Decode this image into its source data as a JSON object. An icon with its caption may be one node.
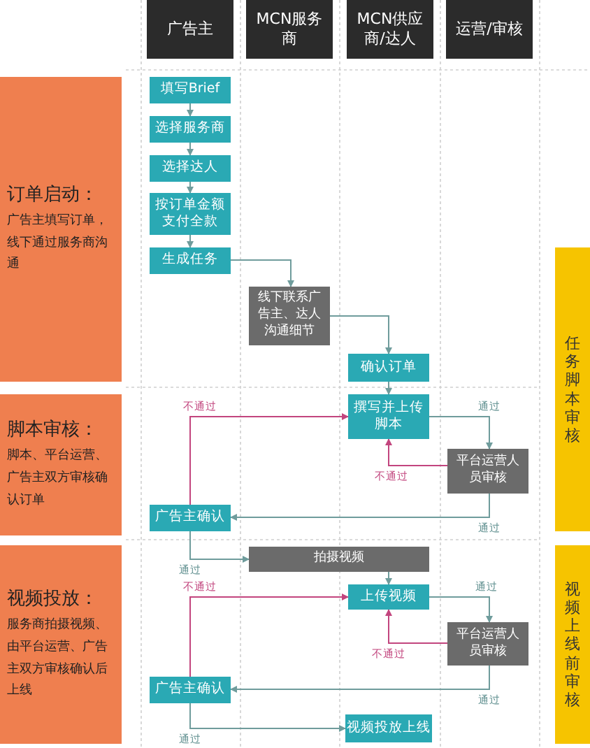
{
  "diagram": {
    "nodes": [
      {
        "text": [
          "广告主"
        ]
      },
      {
        "text": [
          "MCN服务商"
        ]
      },
      {
        "text": [
          "MCN供应商/达人"
        ]
      },
      {
        "text": [
          "运营/审核"
        ]
      },
      {
        "text": [
          "订单启动：",
          "广告主填写订单，线下通过服务商沟通"
        ]
      },
      {
        "text": [
          "脚本审核：",
          "脚本、平台运营、广告主双方审核确认订单"
        ]
      },
      {
        "text": [
          "视频投放：",
          "服务商拍摄视频、由平台运营、广告主双方审核确认后上线"
        ]
      },
      {
        "text": [
          "任务脚本审核"
        ]
      },
      {
        "text": [
          "视频上线前审核"
        ]
      },
      {
        "text": [
          "填写Brief"
        ]
      },
      {
        "text": [
          "选择服务商"
        ]
      },
      {
        "text": [
          "选择达人"
        ]
      },
      {
        "text": [
          "按订单金额支付全款"
        ]
      },
      {
        "text": [
          "生成任务"
        ]
      },
      {
        "text": [
          "线下联系广告主、达人沟通细节"
        ]
      },
      {
        "text": [
          "确认订单"
        ]
      },
      {
        "text": [
          "撰写并上传脚本"
        ]
      },
      {
        "text": [
          "平台运营人员审核"
        ]
      },
      {
        "text": [
          "广告主确认"
        ]
      },
      {
        "text": [
          "拍摄视频"
        ]
      },
      {
        "text": [
          "上传视频"
        ]
      },
      {
        "text": [
          "平台运营人员审核"
        ]
      },
      {
        "text": [
          "广告主确认"
        ]
      },
      {
        "text": [
          "视频投放上线"
        ]
      }
    ],
    "edges": [
      {
        "from": 9,
        "to": 10,
        "arrow": "to"
      },
      {
        "from": 10,
        "to": 11,
        "arrow": "to"
      },
      {
        "from": 11,
        "to": 12,
        "arrow": "to"
      },
      {
        "from": 12,
        "to": 13,
        "arrow": "to"
      },
      {
        "from": 13,
        "to": 14,
        "arrow": "to"
      },
      {
        "from": 14,
        "to": 15,
        "arrow": "to"
      },
      {
        "from": 15,
        "to": 16,
        "arrow": "to"
      },
      {
        "from": 16,
        "to": 17,
        "arrow": "to",
        "label": "通过"
      },
      {
        "from": 17,
        "to": 16,
        "arrow": "to",
        "label": "不通过",
        "color": "#c2457e"
      },
      {
        "from": 17,
        "to": 18,
        "arrow": "to",
        "label": "通过"
      },
      {
        "from": 18,
        "to": 16,
        "arrow": "to",
        "label": "不通过",
        "color": "#c2457e"
      },
      {
        "from": 18,
        "to": 19,
        "arrow": "to",
        "label": "通过"
      },
      {
        "from": 19,
        "to": 20,
        "arrow": "to"
      },
      {
        "from": 20,
        "to": 21,
        "arrow": "to",
        "label": "通过"
      },
      {
        "from": 21,
        "to": 20,
        "arrow": "to",
        "label": "不通过",
        "color": "#c2457e"
      },
      {
        "from": 21,
        "to": 22,
        "arrow": "to",
        "label": "通过"
      },
      {
        "from": 22,
        "to": 20,
        "arrow": "to",
        "label": "不通过",
        "color": "#c2457e"
      },
      {
        "from": 22,
        "to": 23,
        "arrow": "to",
        "label": "通过"
      }
    ]
  }
}
